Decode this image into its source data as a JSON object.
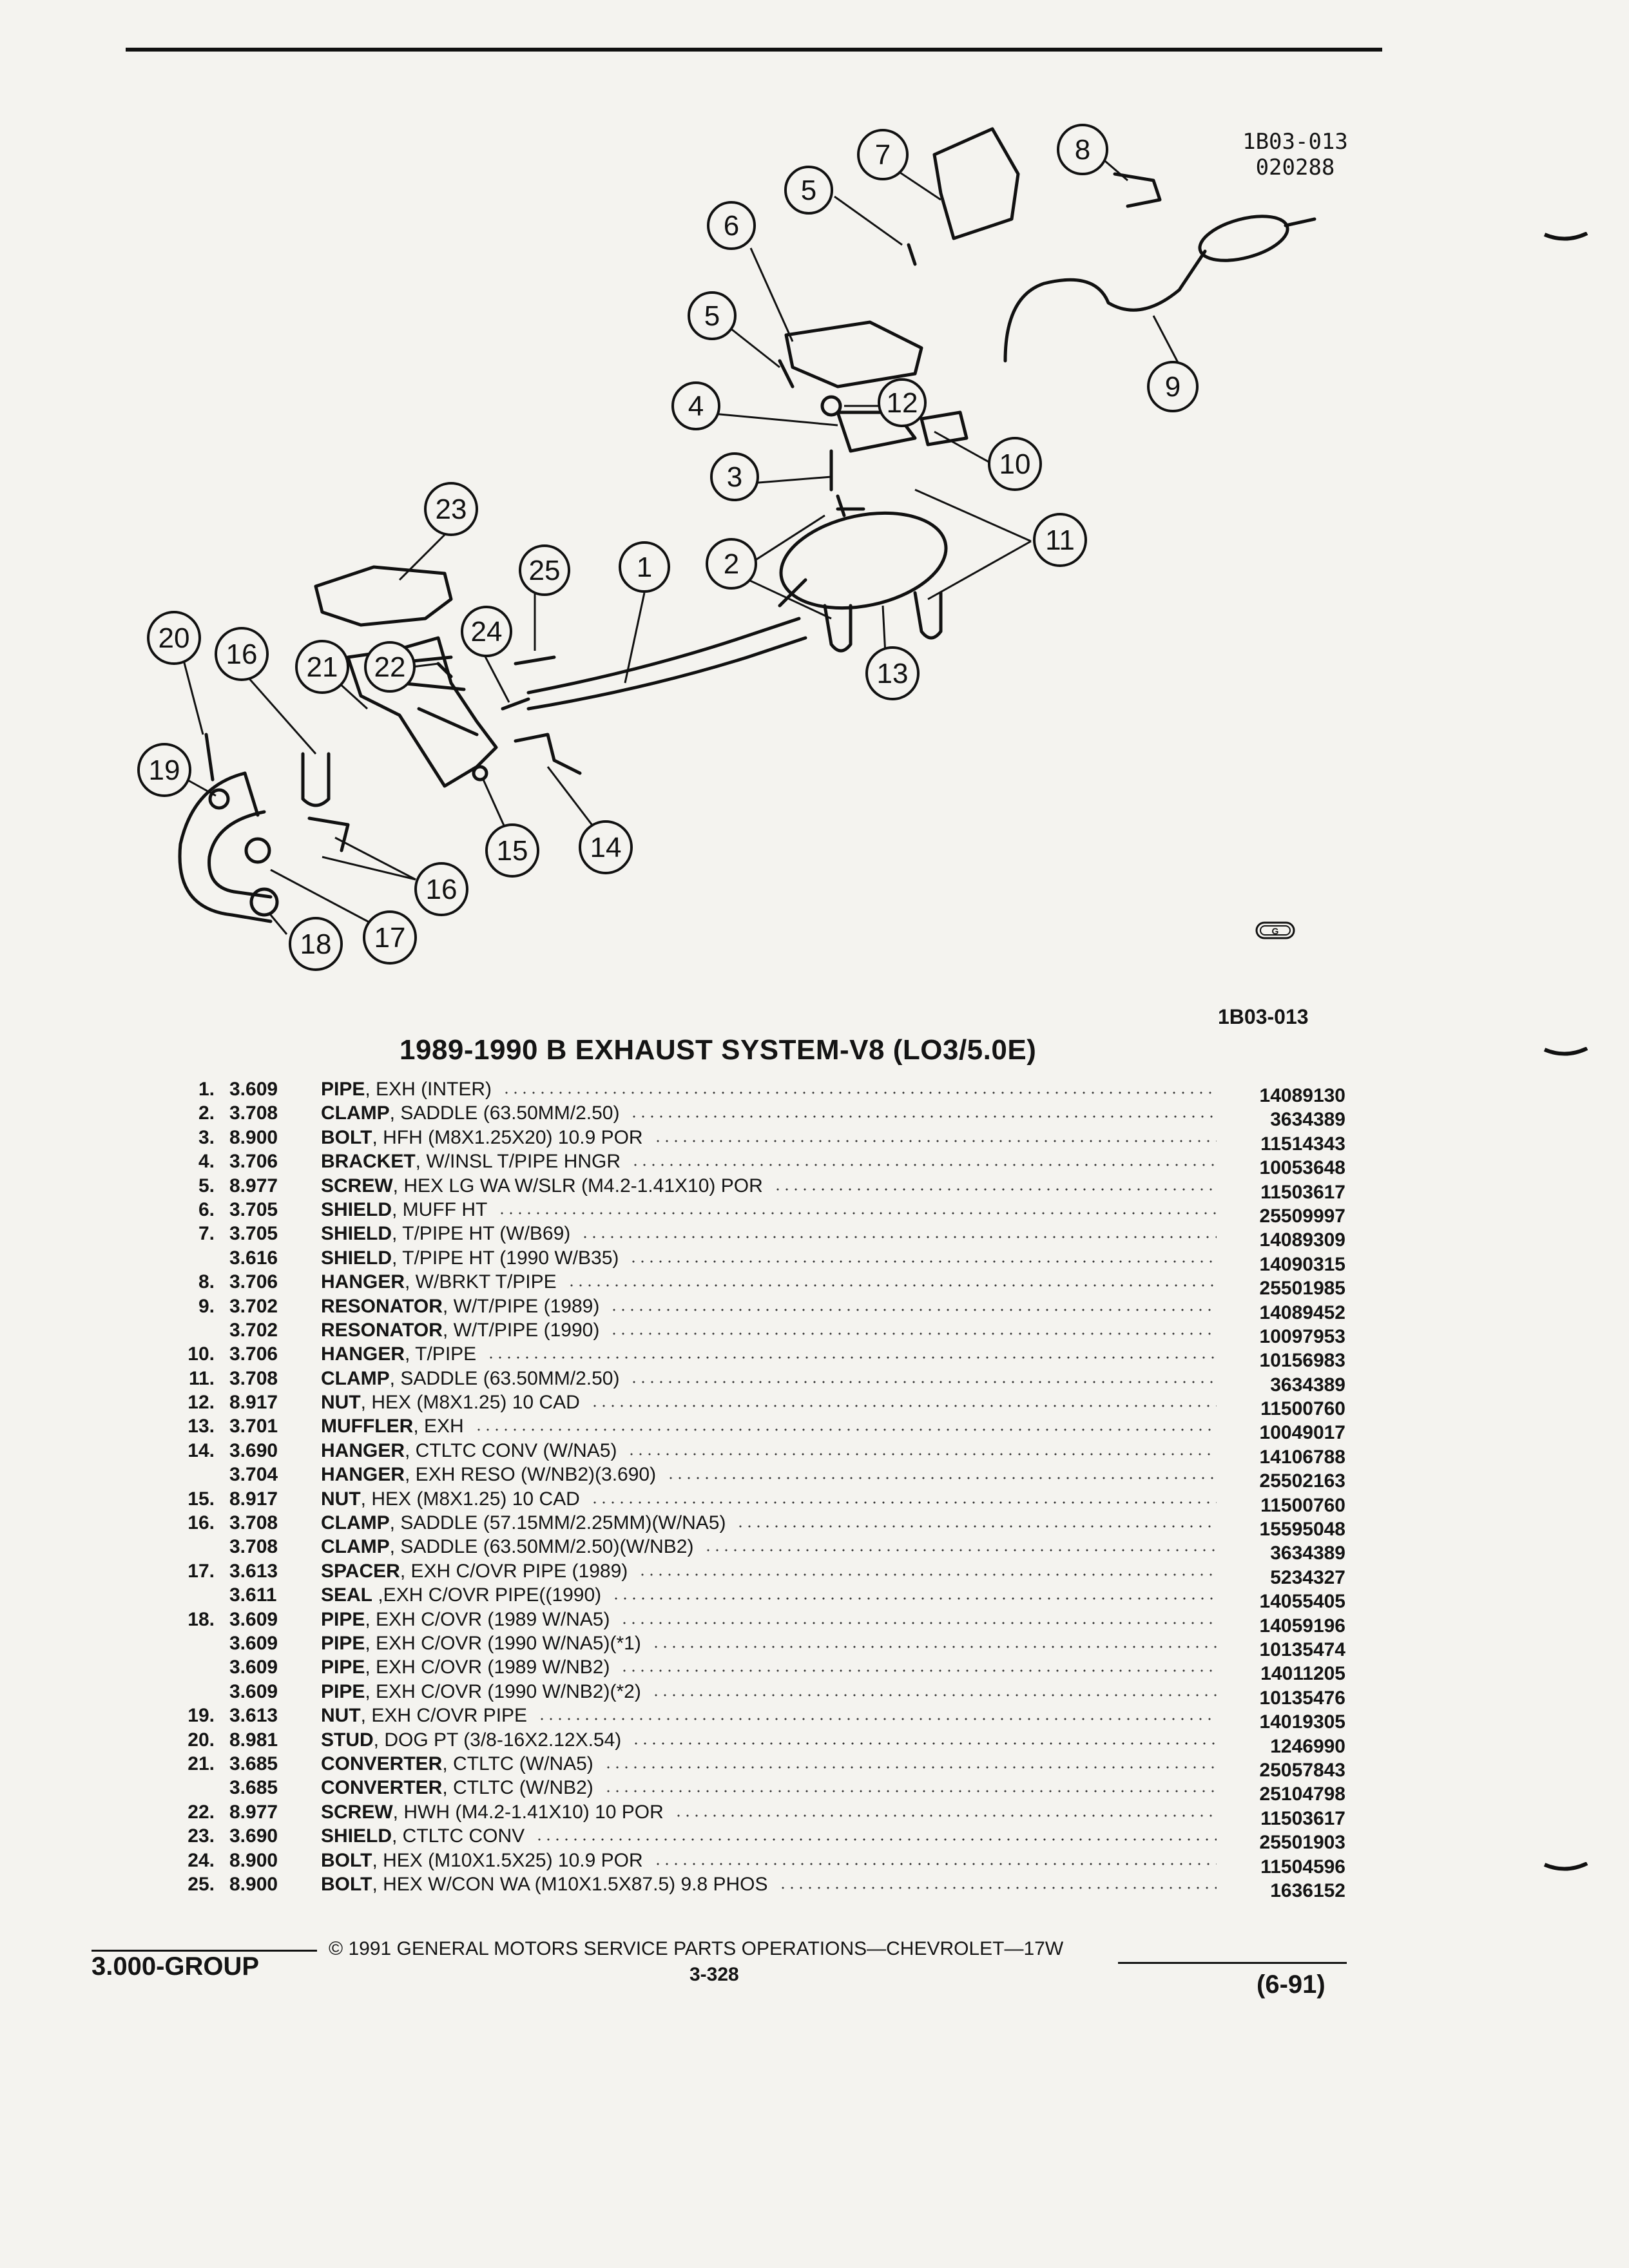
{
  "diagram": {
    "ref_code_line1": "1B03-013",
    "ref_code_line2": "020288",
    "code_below": "1B03-013",
    "callouts": [
      "1",
      "2",
      "3",
      "4",
      "5",
      "5",
      "6",
      "7",
      "8",
      "9",
      "10",
      "11",
      "12",
      "13",
      "14",
      "15",
      "16",
      "16",
      "17",
      "18",
      "19",
      "20",
      "21",
      "22",
      "23",
      "24",
      "25"
    ]
  },
  "section_title": "1989-1990 B EXHAUST SYSTEM-V8 (LO3/5.0E)",
  "parts": [
    {
      "num": "1.",
      "group": "3.609",
      "name": "PIPE",
      "spec": ", EXH (INTER)",
      "part": "14089130"
    },
    {
      "num": "2.",
      "group": "3.708",
      "name": "CLAMP",
      "spec": ", SADDLE (63.50MM/2.50)",
      "part": "3634389"
    },
    {
      "num": "3.",
      "group": "8.900",
      "name": "BOLT",
      "spec": ", HFH (M8X1.25X20) 10.9 POR",
      "part": "11514343"
    },
    {
      "num": "4.",
      "group": "3.706",
      "name": "BRACKET",
      "spec": ", W/INSL T/PIPE HNGR",
      "part": "10053648"
    },
    {
      "num": "5.",
      "group": "8.977",
      "name": "SCREW",
      "spec": ", HEX LG WA W/SLR (M4.2-1.41X10) POR",
      "part": "11503617"
    },
    {
      "num": "6.",
      "group": "3.705",
      "name": "SHIELD",
      "spec": ", MUFF HT",
      "part": "25509997"
    },
    {
      "num": "7.",
      "group": "3.705",
      "name": "SHIELD",
      "spec": ", T/PIPE HT (W/B69)",
      "part": "14089309"
    },
    {
      "num": "",
      "group": "3.616",
      "name": "SHIELD",
      "spec": ", T/PIPE HT (1990 W/B35)",
      "part": "14090315"
    },
    {
      "num": "8.",
      "group": "3.706",
      "name": "HANGER",
      "spec": ", W/BRKT T/PIPE",
      "part": "25501985"
    },
    {
      "num": "9.",
      "group": "3.702",
      "name": "RESONATOR",
      "spec": ", W/T/PIPE (1989)",
      "part": "14089452"
    },
    {
      "num": "",
      "group": "3.702",
      "name": "RESONATOR",
      "spec": ", W/T/PIPE (1990)",
      "part": "10097953"
    },
    {
      "num": "10.",
      "group": "3.706",
      "name": "HANGER",
      "spec": ", T/PIPE",
      "part": "10156983"
    },
    {
      "num": "11.",
      "group": "3.708",
      "name": "CLAMP",
      "spec": ", SADDLE (63.50MM/2.50)",
      "part": "3634389"
    },
    {
      "num": "12.",
      "group": "8.917",
      "name": "NUT",
      "spec": ", HEX (M8X1.25) 10 CAD",
      "part": "11500760"
    },
    {
      "num": "13.",
      "group": "3.701",
      "name": "MUFFLER",
      "spec": ", EXH",
      "part": "10049017"
    },
    {
      "num": "14.",
      "group": "3.690",
      "name": "HANGER",
      "spec": ", CTLTC CONV (W/NA5)",
      "part": "14106788"
    },
    {
      "num": "",
      "group": "3.704",
      "name": "HANGER",
      "spec": ", EXH RESO (W/NB2)(3.690)",
      "part": "25502163"
    },
    {
      "num": "15.",
      "group": "8.917",
      "name": "NUT",
      "spec": ", HEX (M8X1.25) 10 CAD",
      "part": "11500760"
    },
    {
      "num": "16.",
      "group": "3.708",
      "name": "CLAMP",
      "spec": ", SADDLE (57.15MM/2.25MM)(W/NA5)",
      "part": "15595048"
    },
    {
      "num": "",
      "group": "3.708",
      "name": "CLAMP",
      "spec": ", SADDLE (63.50MM/2.50)(W/NB2)",
      "part": "3634389"
    },
    {
      "num": "17.",
      "group": "3.613",
      "name": "SPACER",
      "spec": ", EXH C/OVR PIPE (1989)",
      "part": "5234327"
    },
    {
      "num": "",
      "group": "3.611",
      "name": "SEAL",
      "spec": " ,EXH C/OVR PIPE((1990)",
      "part": "14055405"
    },
    {
      "num": "18.",
      "group": "3.609",
      "name": "PIPE",
      "spec": ", EXH C/OVR (1989 W/NA5)",
      "part": "14059196"
    },
    {
      "num": "",
      "group": "3.609",
      "name": "PIPE",
      "spec": ", EXH C/OVR (1990 W/NA5)(*1)",
      "part": "10135474"
    },
    {
      "num": "",
      "group": "3.609",
      "name": "PIPE",
      "spec": ", EXH C/OVR (1989 W/NB2)",
      "part": "14011205"
    },
    {
      "num": "",
      "group": "3.609",
      "name": "PIPE",
      "spec": ", EXH C/OVR (1990 W/NB2)(*2)",
      "part": "10135476"
    },
    {
      "num": "19.",
      "group": "3.613",
      "name": "NUT",
      "spec": ", EXH C/OVR PIPE",
      "part": "14019305"
    },
    {
      "num": "20.",
      "group": "8.981",
      "name": "STUD",
      "spec": ", DOG PT (3/8-16X2.12X.54)",
      "part": "1246990"
    },
    {
      "num": "21.",
      "group": "3.685",
      "name": "CONVERTER",
      "spec": ", CTLTC (W/NA5)",
      "part": "25057843"
    },
    {
      "num": "",
      "group": "3.685",
      "name": "CONVERTER",
      "spec": ", CTLTC (W/NB2)",
      "part": "25104798"
    },
    {
      "num": "22.",
      "group": "8.977",
      "name": "SCREW",
      "spec": ", HWH (M4.2-1.41X10) 10 POR",
      "part": "11503617"
    },
    {
      "num": "23.",
      "group": "3.690",
      "name": "SHIELD",
      "spec": ", CTLTC CONV",
      "part": "25501903"
    },
    {
      "num": "24.",
      "group": "8.900",
      "name": "BOLT",
      "spec": ", HEX (M10X1.5X25) 10.9 POR",
      "part": "11504596"
    },
    {
      "num": "25.",
      "group": "8.900",
      "name": "BOLT",
      "spec": ", HEX W/CON WA (M10X1.5X87.5) 9.8 PHOS",
      "part": "1636152"
    }
  ],
  "footer": {
    "group_label": "3.000-GROUP",
    "copyright": "© 1991 GENERAL MOTORS SERVICE PARTS OPERATIONS—CHEVROLET—17W",
    "page_number": "3-328",
    "date_code": "(6-91)"
  }
}
